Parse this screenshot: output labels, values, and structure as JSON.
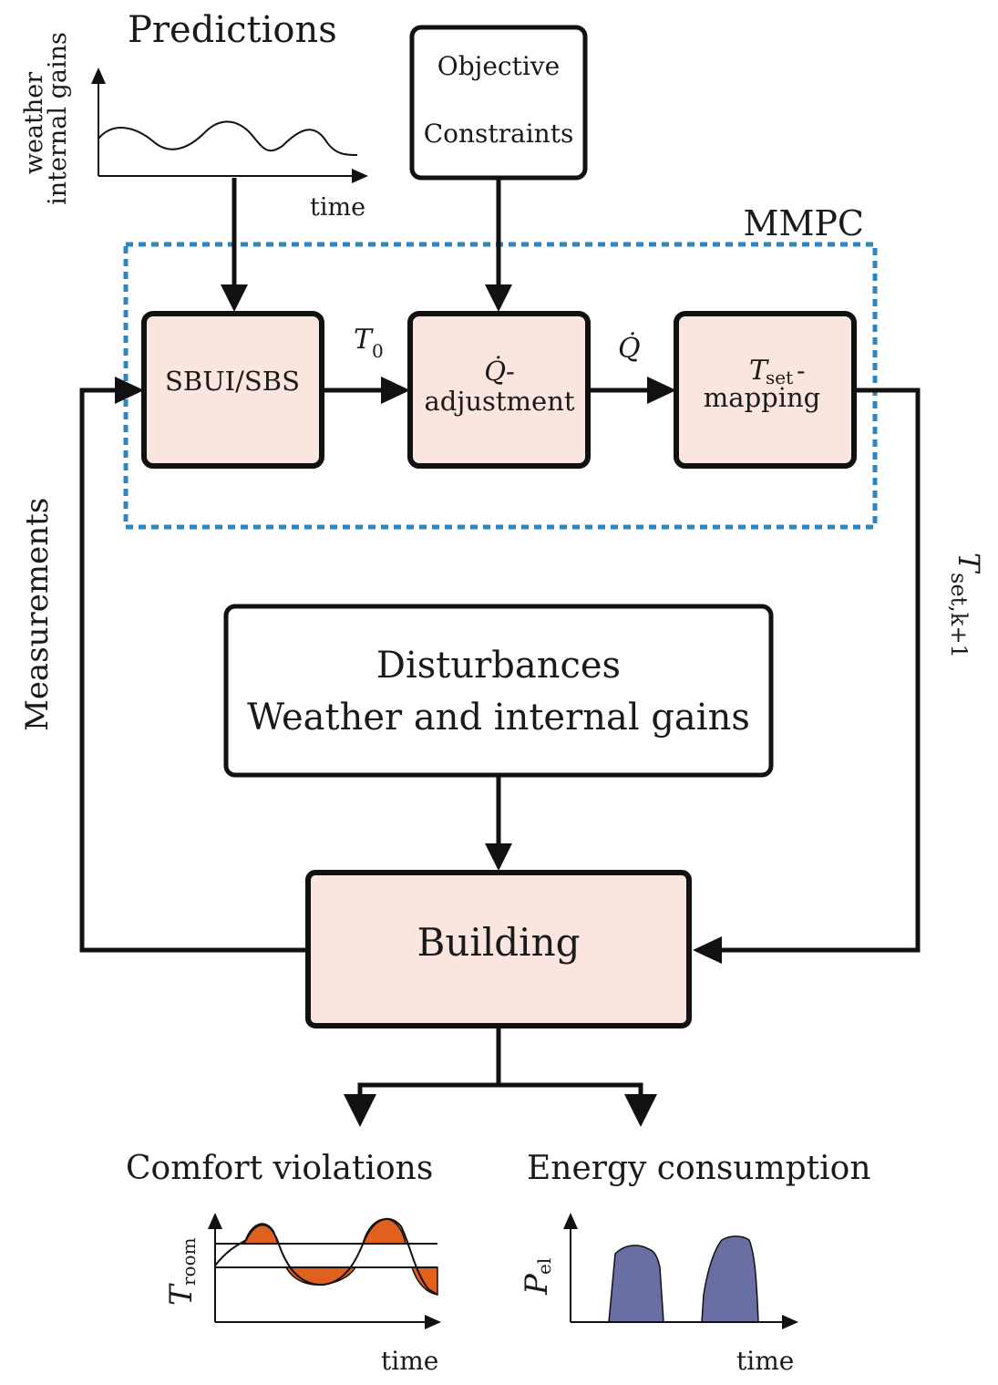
{
  "predictions": {
    "title": "Predictions",
    "ylabel_line1": "weather",
    "ylabel_line2": "internal gains",
    "xlabel": "time"
  },
  "objective_box": {
    "line1": "Objective",
    "line2": "Constraints"
  },
  "mmpc": {
    "label": "MMPC",
    "border_color": "#2e86c1"
  },
  "blocks": {
    "sbui": "SBUI/SBS",
    "qadj_symbol": "Q̇-",
    "qadj_label": "adjustment",
    "tset_symbol": "T",
    "tset_sub": "set",
    "tset_dash": "-",
    "tset_label": "mapping",
    "block_fill": "#fbe6df"
  },
  "signals": {
    "t0_symbol": "T",
    "t0_sub": "0",
    "qdot": "Q̇",
    "measurements": "Measurements",
    "tset_k1_symbol": "T",
    "tset_k1_sub": "set,k+1"
  },
  "disturbances": {
    "line1": "Disturbances",
    "line2": "Weather and internal gains"
  },
  "building": {
    "label": "Building"
  },
  "comfort": {
    "title": "Comfort violations",
    "ylabel_symbol": "T",
    "ylabel_sub": "room",
    "xlabel": "time",
    "fill_color": "#e0601e"
  },
  "energy": {
    "title": "Energy consumption",
    "ylabel_symbol": "P",
    "ylabel_sub": "el",
    "xlabel": "time",
    "fill_color": "#6a6fa3"
  }
}
